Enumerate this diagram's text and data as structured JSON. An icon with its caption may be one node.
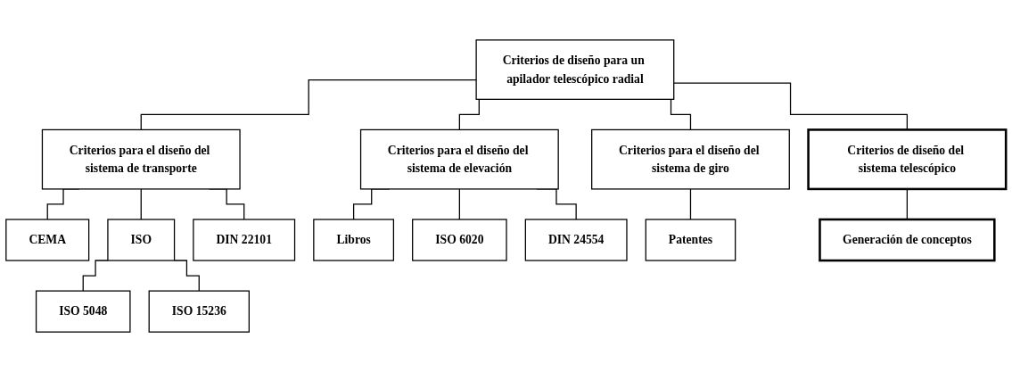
{
  "diagram": {
    "nodes": [
      {
        "text": [
          "Criterios de diseño para un apilador telescópico radial"
        ]
      },
      {
        "text": [
          "Criterios para el diseño del sistema de transporte"
        ]
      },
      {
        "text": [
          "Criterios para el diseño del sistema de elevación"
        ]
      },
      {
        "text": [
          "Criterios para el diseño del sistema de giro"
        ]
      },
      {
        "text": [
          "Criterios de diseño del sistema telescópico"
        ]
      },
      {
        "text": [
          "CEMA"
        ]
      },
      {
        "text": [
          "ISO"
        ]
      },
      {
        "text": [
          "DIN 22101"
        ]
      },
      {
        "text": [
          "ISO 5048"
        ]
      },
      {
        "text": [
          "ISO 15236"
        ]
      },
      {
        "text": [
          "Libros"
        ]
      },
      {
        "text": [
          "ISO 6020"
        ]
      },
      {
        "text": [
          "DIN 24554"
        ]
      },
      {
        "text": [
          "Patentes"
        ]
      },
      {
        "text": [
          "Generación de conceptos"
        ]
      }
    ],
    "edges": [
      {
        "from": 0,
        "to": 1,
        "arrow": "none"
      },
      {
        "from": 0,
        "to": 2,
        "arrow": "none"
      },
      {
        "from": 0,
        "to": 3,
        "arrow": "none"
      },
      {
        "from": 0,
        "to": 4,
        "arrow": "none"
      },
      {
        "from": 1,
        "to": 5,
        "arrow": "none"
      },
      {
        "from": 1,
        "to": 6,
        "arrow": "none"
      },
      {
        "from": 1,
        "to": 7,
        "arrow": "none"
      },
      {
        "from": 6,
        "to": 8,
        "arrow": "none"
      },
      {
        "from": 6,
        "to": 9,
        "arrow": "none"
      },
      {
        "from": 2,
        "to": 10,
        "arrow": "none"
      },
      {
        "from": 2,
        "to": 11,
        "arrow": "none"
      },
      {
        "from": 2,
        "to": 12,
        "arrow": "none"
      },
      {
        "from": 3,
        "to": 13,
        "arrow": "none"
      },
      {
        "from": 4,
        "to": 14,
        "arrow": "none"
      }
    ]
  }
}
